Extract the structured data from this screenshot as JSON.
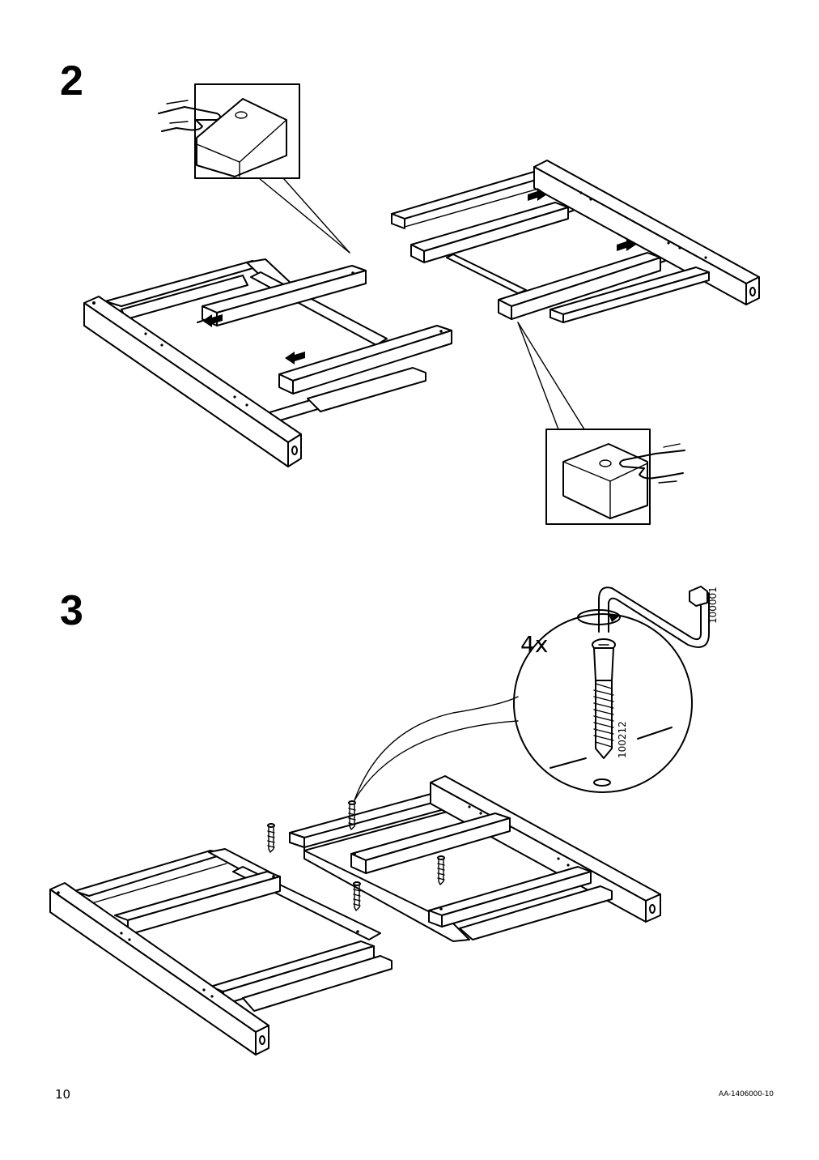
{
  "steps": [
    {
      "number": "2"
    },
    {
      "number": "3"
    }
  ],
  "step3": {
    "quantity": "4x",
    "tool_part_number": "100001",
    "screw_part_number": "100212"
  },
  "footer": {
    "page_number": "10",
    "document_code": "AA-1406000-10"
  },
  "icons": {
    "press_hand_icon": "hand-pressing-dowel-icon",
    "arrow_icon": "direction-arrow-icon",
    "allen_key_icon": "allen-key-icon",
    "screw_icon": "bolt-screw-icon"
  }
}
